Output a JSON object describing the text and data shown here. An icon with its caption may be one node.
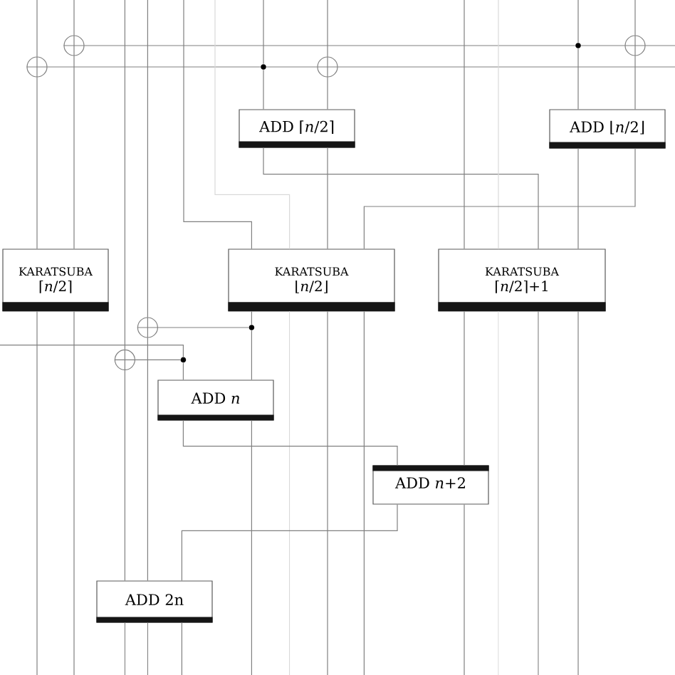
{
  "diagram": {
    "nodes": [
      {
        "text": [],
        "shape": "circle"
      },
      {
        "text": [],
        "shape": "dot"
      },
      {
        "text": [],
        "shape": "circle"
      },
      {
        "text": [],
        "shape": "circle"
      },
      {
        "text": [],
        "shape": "dot"
      },
      {
        "text": [],
        "shape": "circle"
      },
      {
        "text": [
          "ADD ⌈*n*/2⌉"
        ]
      },
      {
        "text": [
          "ADD ⌊*n*/2⌋"
        ]
      },
      {
        "text": [
          "KARATSUBA",
          "⌈*n*/2⌉"
        ]
      },
      {
        "text": [
          "KARATSUBA",
          "⌊*n*/2⌋"
        ]
      },
      {
        "text": [
          "KARATSUBA",
          "⌈*n*/2⌉+1"
        ]
      },
      {
        "text": [],
        "shape": "circle"
      },
      {
        "text": [],
        "shape": "dot"
      },
      {
        "text": [],
        "shape": "circle"
      },
      {
        "text": [],
        "shape": "dot"
      },
      {
        "text": [
          "ADD *n*"
        ]
      },
      {
        "text": [
          "ADD *n*+2"
        ]
      },
      {
        "text": [
          "ADD 2n"
        ]
      }
    ],
    "edges": [
      {
        "from": 1,
        "to": 0,
        "arrow": "none"
      },
      {
        "from": 1,
        "to": 2,
        "arrow": "none"
      },
      {
        "from": 2,
        "to": null,
        "arrow": "none"
      },
      {
        "from": 4,
        "to": 3,
        "arrow": "none"
      },
      {
        "from": 4,
        "to": 5,
        "arrow": "none"
      },
      {
        "from": 5,
        "to": null,
        "arrow": "none"
      },
      {
        "from": 12,
        "to": 11,
        "arrow": "none"
      },
      {
        "from": 14,
        "to": 13,
        "arrow": "none"
      },
      {
        "from": null,
        "to": 3,
        "arrow": "none"
      },
      {
        "from": 3,
        "to": 8,
        "arrow": "none"
      },
      {
        "from": 8,
        "to": null,
        "arrow": "none"
      },
      {
        "from": null,
        "to": 0,
        "arrow": "none"
      },
      {
        "from": 0,
        "to": 8,
        "arrow": "none"
      },
      {
        "from": 8,
        "to": null,
        "arrow": "none"
      },
      {
        "from": null,
        "to": 13,
        "arrow": "none"
      },
      {
        "from": 13,
        "to": 17,
        "arrow": "none"
      },
      {
        "from": 17,
        "to": null,
        "arrow": "none"
      },
      {
        "from": null,
        "to": 11,
        "arrow": "none"
      },
      {
        "from": 11,
        "to": 17,
        "arrow": "none"
      },
      {
        "from": 17,
        "to": null,
        "arrow": "none"
      },
      {
        "from": null,
        "to": 9,
        "arrow": "none"
      },
      {
        "from": 9,
        "to": 12,
        "arrow": "none"
      },
      {
        "from": 12,
        "to": 15,
        "arrow": "none"
      },
      {
        "from": 15,
        "to": null,
        "arrow": "none"
      },
      {
        "from": null,
        "to": 9,
        "arrow": "none",
        "color": "#d9d9d9"
      },
      {
        "from": 9,
        "to": null,
        "arrow": "none",
        "color": "#d9d9d9"
      },
      {
        "from": null,
        "to": 4,
        "arrow": "none"
      },
      {
        "from": 4,
        "to": 6,
        "arrow": "none"
      },
      {
        "from": 6,
        "to": 10,
        "arrow": "none"
      },
      {
        "from": 10,
        "to": null,
        "arrow": "none"
      },
      {
        "from": null,
        "to": 5,
        "arrow": "none"
      },
      {
        "from": 5,
        "to": 6,
        "arrow": "none"
      },
      {
        "from": 6,
        "to": 9,
        "arrow": "none"
      },
      {
        "from": 9,
        "to": null,
        "arrow": "none"
      },
      {
        "from": null,
        "to": 10,
        "arrow": "none"
      },
      {
        "from": 10,
        "to": 16,
        "arrow": "none"
      },
      {
        "from": 16,
        "to": null,
        "arrow": "none"
      },
      {
        "from": null,
        "to": 10,
        "arrow": "none",
        "color": "#d9d9d9"
      },
      {
        "from": 10,
        "to": null,
        "arrow": "none",
        "color": "#d9d9d9"
      },
      {
        "from": null,
        "to": 1,
        "arrow": "none"
      },
      {
        "from": 1,
        "to": 7,
        "arrow": "none"
      },
      {
        "from": 7,
        "to": 10,
        "arrow": "none"
      },
      {
        "from": 10,
        "to": null,
        "arrow": "none"
      },
      {
        "from": null,
        "to": 2,
        "arrow": "none"
      },
      {
        "from": 2,
        "to": 7,
        "arrow": "none"
      },
      {
        "from": 7,
        "to": 9,
        "arrow": "none"
      },
      {
        "from": 9,
        "to": null,
        "arrow": "none"
      },
      {
        "from": null,
        "to": 14,
        "arrow": "none"
      },
      {
        "from": 14,
        "to": 15,
        "arrow": "none"
      },
      {
        "from": 15,
        "to": 16,
        "arrow": "none"
      },
      {
        "from": 16,
        "to": 17,
        "arrow": "none"
      },
      {
        "from": 17,
        "to": null,
        "arrow": "none"
      }
    ]
  }
}
